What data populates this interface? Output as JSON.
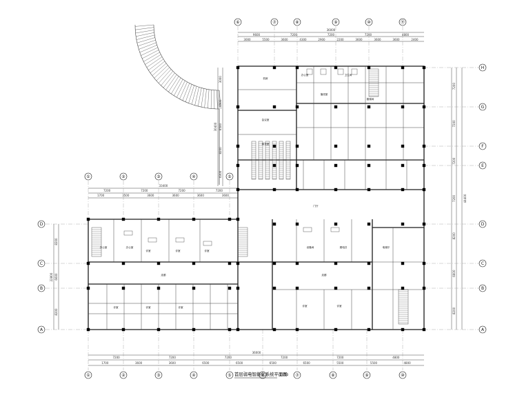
{
  "drawing": {
    "title": "首层弱电智能化系统平面图",
    "scale": "1:150",
    "colors": {
      "line": "#1a1a1a",
      "thin": "#555555",
      "column": "#000000",
      "background": "#ffffff"
    }
  },
  "axes": {
    "numeric": [
      "①",
      "②",
      "③",
      "④",
      "⑤",
      "⑥",
      "⑦",
      "⑧",
      "⑨",
      "⑩",
      "⑪"
    ],
    "letters_left": [
      "D",
      "C",
      "B",
      "A"
    ],
    "letters_right": [
      "H",
      "G",
      "F",
      "E",
      "D",
      "C",
      "B",
      "A"
    ]
  },
  "dimensions": {
    "top_total": "36000",
    "top_axis_spans": [
      "9600",
      "7200",
      "7200",
      "7200",
      "4800"
    ],
    "top_sub_spans": [
      "3000",
      "5500",
      "3600",
      "4300",
      "2900",
      "2200",
      "3600",
      "3600",
      "3600",
      "2400"
    ],
    "wing_total": "33400",
    "wing_axis_spans": [
      "7200",
      "7200",
      "7200",
      "7200"
    ],
    "wing_sub_spans": [
      "1700",
      "3500",
      "3600",
      "3600",
      "3600",
      "3600"
    ],
    "bottom_total": "36000",
    "bottom_axis_spans": [
      "7200",
      "7200",
      "7200",
      "7200",
      "7200",
      "4800"
    ],
    "bottom_sub_spans": [
      "1700",
      "3600",
      "3600",
      "6500",
      "6500",
      "6500",
      "6500",
      "5500",
      "5500",
      "4800"
    ],
    "left_total": "22800",
    "left_spans": [
      "8200",
      "6600",
      "8200"
    ],
    "right_total": "44400",
    "right_spans": [
      "7200",
      "7200",
      "7200",
      "7200",
      "8200",
      "6600",
      "8200"
    ],
    "upper_left_total": "30400",
    "upper_left_spans": [
      "3000",
      "6500",
      "6500",
      "8200",
      "6300"
    ]
  },
  "rooms": [
    "机房",
    "办公室",
    "值班室",
    "阅览室",
    "会议室",
    "楼梯间",
    "卫生间",
    "门厅",
    "走廊",
    "走廊",
    "办公室",
    "办公室",
    "诊室",
    "诊室",
    "诊室",
    "诊室",
    "诊室",
    "诊室",
    "设备间",
    "弱电井",
    "电梯厅",
    "诊室",
    "诊室"
  ]
}
